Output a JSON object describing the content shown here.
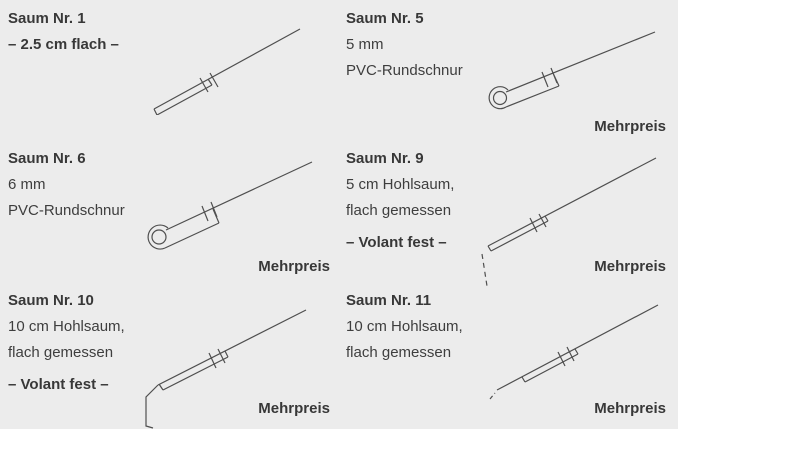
{
  "canvas": {
    "panel_bg": "#ececec",
    "page_bg": "#ffffff",
    "text_color": "#3e3e3e",
    "line_color": "#4f4f4f"
  },
  "cells": [
    {
      "id": "saum-1",
      "title": "Saum Nr. 1",
      "note": "– 2.5 cm flach –",
      "lines": [],
      "mehrpreis": ""
    },
    {
      "id": "saum-5",
      "title": "Saum Nr. 5",
      "note": "",
      "lines": [
        "5 mm",
        "PVC-Rundschnur"
      ],
      "mehrpreis": "Mehrpreis"
    },
    {
      "id": "saum-6",
      "title": "Saum Nr. 6",
      "note": "",
      "lines": [
        "6 mm",
        "PVC-Rundschnur"
      ],
      "mehrpreis": "Mehrpreis"
    },
    {
      "id": "saum-9",
      "title": "Saum Nr. 9",
      "note": "– Volant fest –",
      "lines": [
        "5 cm Hohlsaum,",
        "flach gemessen"
      ],
      "mehrpreis": "Mehrpreis"
    },
    {
      "id": "saum-10",
      "title": "Saum Nr. 10",
      "note": "– Volant fest –",
      "lines": [
        "10 cm Hohlsaum,",
        "flach gemessen"
      ],
      "mehrpreis": "Mehrpreis"
    },
    {
      "id": "saum-11",
      "title": "Saum Nr. 11",
      "note": "",
      "lines": [
        "10 cm Hohlsaum,",
        "flach gemessen"
      ],
      "mehrpreis": "Mehrpreis"
    }
  ]
}
